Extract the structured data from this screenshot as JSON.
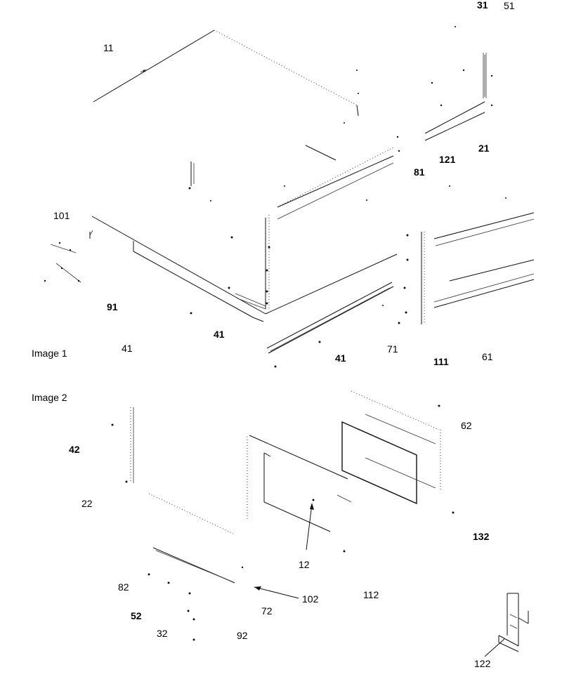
{
  "sections": {
    "image1": "Image 1",
    "image2": "Image 2"
  },
  "callouts": {
    "c31": "31",
    "c51": "51",
    "c11": "11",
    "c21": "21",
    "c121": "121",
    "c81": "81",
    "c101": "101",
    "c91": "91",
    "c41a": "41",
    "c41b": "41",
    "c41c": "41",
    "c71": "71",
    "c111": "111",
    "c61": "61",
    "c62": "62",
    "c42": "42",
    "c22": "22",
    "c132": "132",
    "c12": "12",
    "c82": "82",
    "c102": "102",
    "c112": "112",
    "c72": "72",
    "c52": "52",
    "c32": "32",
    "c92": "92",
    "c122": "122"
  }
}
